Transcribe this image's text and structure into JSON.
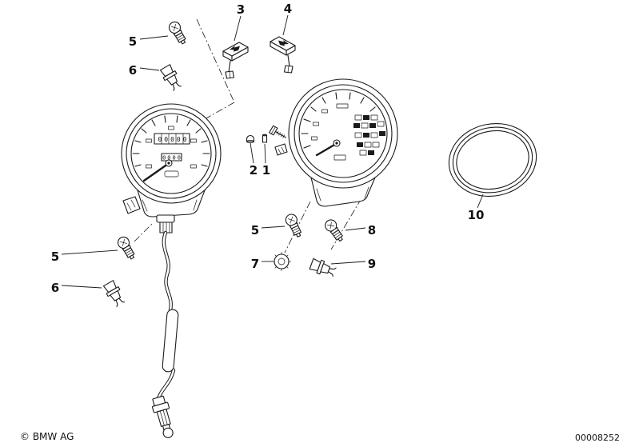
{
  "colors": {
    "background": "#ffffff",
    "ink": "#1a1a1a"
  },
  "callouts": {
    "n1": "1",
    "n2": "2",
    "n3": "3",
    "n4": "4",
    "n5_top": "5",
    "n6_top": "6",
    "n5_left": "5",
    "n6_left": "6",
    "n5_center": "5",
    "n7": "7",
    "n8": "8",
    "n9": "9",
    "n10": "10"
  },
  "instruments": {
    "speedometer": {
      "odometer": "00000",
      "trip": "0000"
    }
  },
  "footer": {
    "copyright": "© BMW AG",
    "document_number": "00008252"
  }
}
